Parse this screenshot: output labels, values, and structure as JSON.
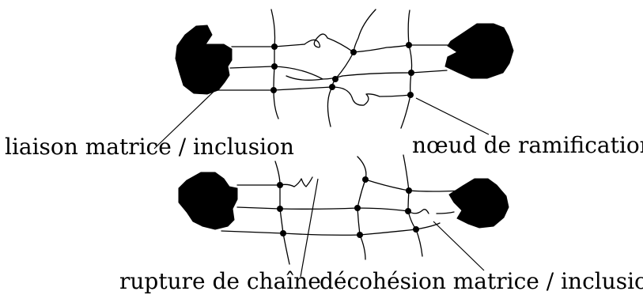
{
  "labels": {
    "matrix_inclusion_bond": "liaison matrice / inclusion",
    "branching_node": "nœud de ramification",
    "chain_rupture": "rupture de chaîne",
    "matrix_inclusion_decohesion": "décohésion matrice / inclusion"
  },
  "colors": {
    "ink": "#000000",
    "background": "#ffffff"
  }
}
